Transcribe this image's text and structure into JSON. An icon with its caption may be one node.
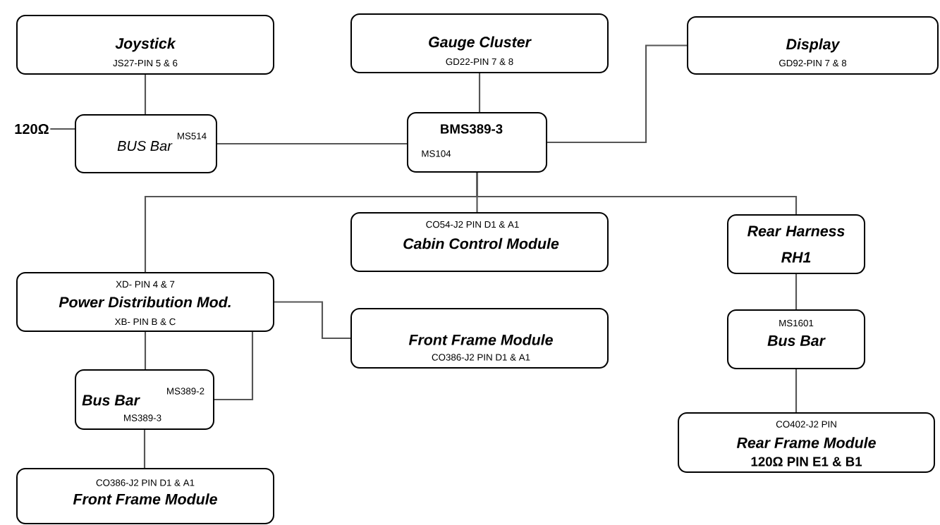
{
  "diagram": {
    "nodes": [
      {
        "text": [
          "Joystick",
          "JS27-PIN 5 & 6"
        ]
      },
      {
        "text": [
          "Gauge Cluster",
          "GD22-PIN 7 & 8"
        ]
      },
      {
        "text": [
          "Display",
          "GD92-PIN 7 & 8"
        ]
      },
      {
        "text": [
          "120Ω"
        ]
      },
      {
        "text": [
          "BUS Bar",
          "MS514"
        ]
      },
      {
        "text": [
          "BMS389-3",
          "MS104"
        ]
      },
      {
        "text": [
          "CO54-J2 PIN D1 & A1",
          "Cabin Control Module"
        ]
      },
      {
        "text": [
          "Rear Harness RH1"
        ]
      },
      {
        "text": [
          "XD- PIN 4 & 7",
          "Power Distribution Mod.",
          "XB- PIN B & C"
        ]
      },
      {
        "text": [
          "Front Frame Module",
          "CO386-J2 PIN D1 & A1"
        ]
      },
      {
        "text": [
          "MS1601",
          "Bus Bar"
        ]
      },
      {
        "text": [
          "Bus Bar",
          "MS389-2",
          "MS389-3"
        ]
      },
      {
        "text": [
          "CO402-J2 PIN",
          "Rear Frame Module",
          "120Ω PIN E1 & B1"
        ]
      },
      {
        "text": [
          "CO386-J2 PIN D1 & A1",
          "Front Frame Module"
        ]
      }
    ],
    "edges": [
      {
        "from": 0,
        "to": 4,
        "arrow": "none"
      },
      {
        "from": 3,
        "to": 4,
        "arrow": "none"
      },
      {
        "from": 4,
        "to": 5,
        "arrow": "none"
      },
      {
        "from": 1,
        "to": 5,
        "arrow": "none"
      },
      {
        "from": 5,
        "to": 2,
        "arrow": "none"
      },
      {
        "from": 5,
        "to": 6,
        "arrow": "none"
      },
      {
        "from": 5,
        "to": 8,
        "arrow": "none"
      },
      {
        "from": 5,
        "to": 7,
        "arrow": "none"
      },
      {
        "from": 7,
        "to": 10,
        "arrow": "none"
      },
      {
        "from": 10,
        "to": 12,
        "arrow": "none"
      },
      {
        "from": 8,
        "to": 11,
        "arrow": "none"
      },
      {
        "from": 8,
        "to": 11,
        "arrow": "none"
      },
      {
        "from": 8,
        "to": 9,
        "arrow": "none"
      },
      {
        "from": 11,
        "to": 13,
        "arrow": "none"
      }
    ]
  }
}
